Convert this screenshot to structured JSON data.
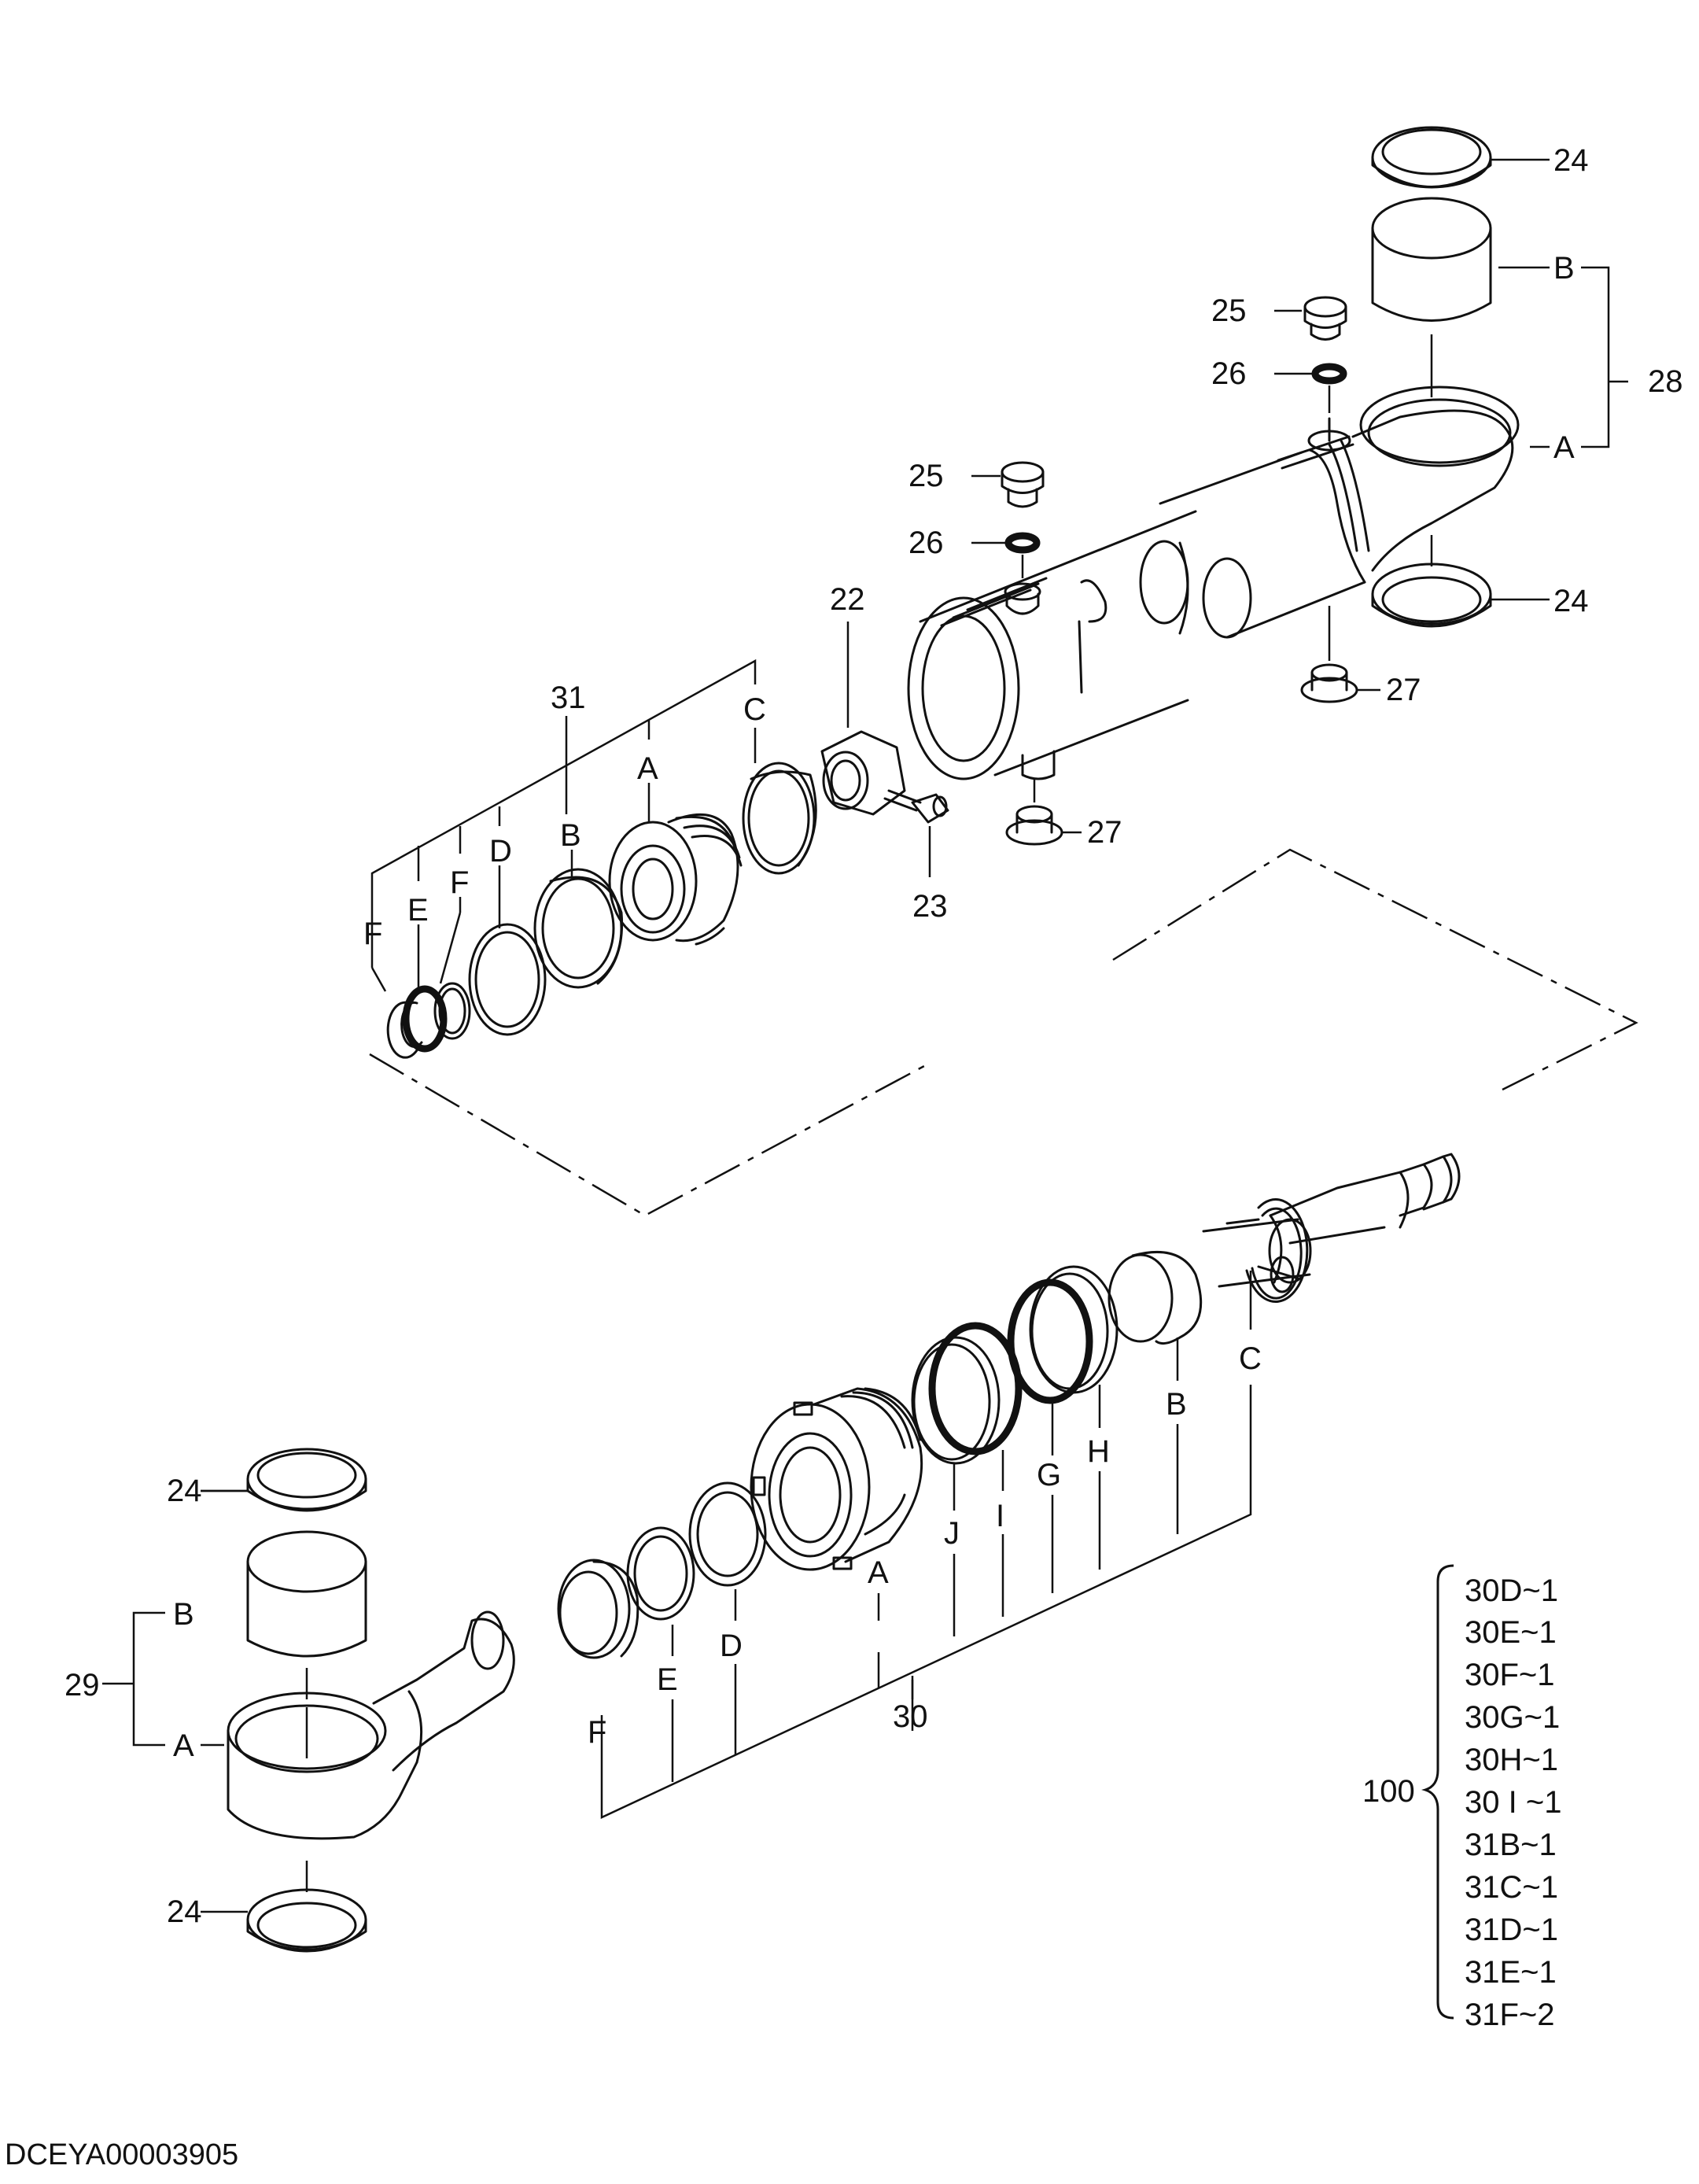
{
  "drawing_code": "DCEYA00003905",
  "callouts": {
    "c24a": "24",
    "c24b": "24",
    "c24c": "24",
    "c24d": "24",
    "c25a": "25",
    "c25b": "25",
    "c26a": "26",
    "c26b": "26",
    "c27a": "27",
    "c27b": "27",
    "c22": "22",
    "c23": "23",
    "c28": "28",
    "c28A": "A",
    "c28B": "B",
    "c29": "29",
    "c29A": "A",
    "c29B": "B",
    "c30": "30",
    "c30A": "A",
    "c30B": "B",
    "c30C": "C",
    "c30D": "D",
    "c30E": "E",
    "c30F": "F",
    "c30G": "G",
    "c30H": "H",
    "c30I": "I",
    "c30J": "J",
    "c31": "31",
    "c31A": "A",
    "c31B": "B",
    "c31C": "C",
    "c31D": "D",
    "c31E": "E",
    "c31F1": "F",
    "c31F2": "F"
  },
  "kit": {
    "number": "100",
    "items": [
      "30D~1",
      "30E~1",
      "30F~1",
      "30G~1",
      "30H~1",
      "30 I ~1",
      "31B~1",
      "31C~1",
      "31D~1",
      "31E~1",
      "31F~2"
    ]
  }
}
